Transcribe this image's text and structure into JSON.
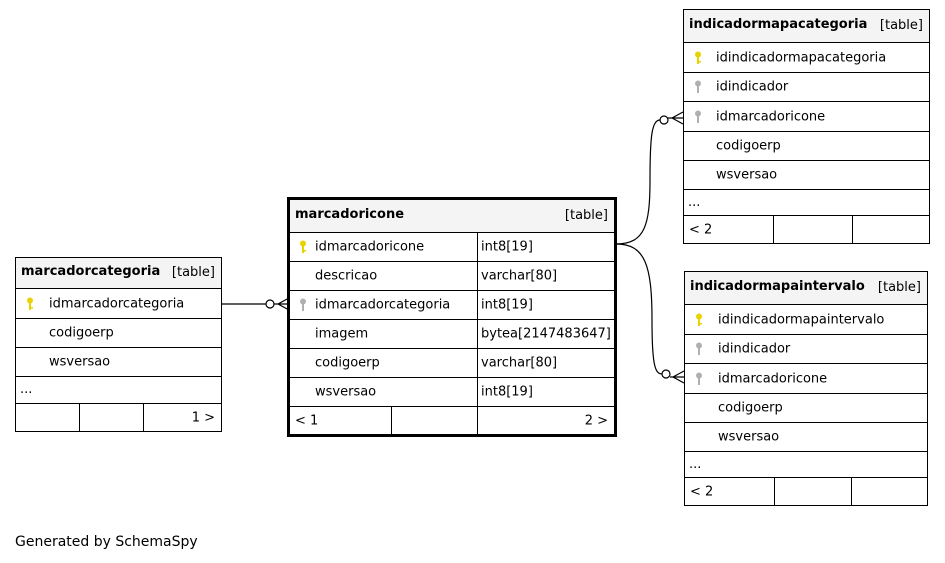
{
  "tables": {
    "marcadorcategoria": {
      "name": "marcadorcategoria",
      "tag": "[table]",
      "columns": [
        "idmarcadorcategoria",
        "codigoerp",
        "wsversao"
      ],
      "ellipsis": "...",
      "footer_right": "1 >"
    },
    "marcadoricone": {
      "name": "marcadoricone",
      "tag": "[table]",
      "columns": [
        {
          "name": "idmarcadoricone",
          "type": "int8[19]"
        },
        {
          "name": "descricao",
          "type": "varchar[80]"
        },
        {
          "name": "idmarcadorcategoria",
          "type": "int8[19]"
        },
        {
          "name": "imagem",
          "type": "bytea[2147483647]"
        },
        {
          "name": "codigoerp",
          "type": "varchar[80]"
        },
        {
          "name": "wsversao",
          "type": "int8[19]"
        }
      ],
      "footer_left": "< 1",
      "footer_right": "2 >"
    },
    "indicadormapacategoria": {
      "name": "indicadormapacategoria",
      "tag": "[table]",
      "columns": [
        "idindicadormapacategoria",
        "idindicador",
        "idmarcadoricone",
        "codigoerp",
        "wsversao"
      ],
      "ellipsis": "...",
      "footer_left": "< 2"
    },
    "indicadormapaintervalo": {
      "name": "indicadormapaintervalo",
      "tag": "[table]",
      "columns": [
        "idindicadormapaintervalo",
        "idindicador",
        "idmarcadoricone",
        "codigoerp",
        "wsversao"
      ],
      "ellipsis": "...",
      "footer_left": "< 2"
    }
  },
  "caption": "Generated by SchemaSpy",
  "colors": {
    "primary_key": "#e8d200",
    "foreign_key": "#b0b0b0",
    "header_bg": "#f4f4f4"
  }
}
